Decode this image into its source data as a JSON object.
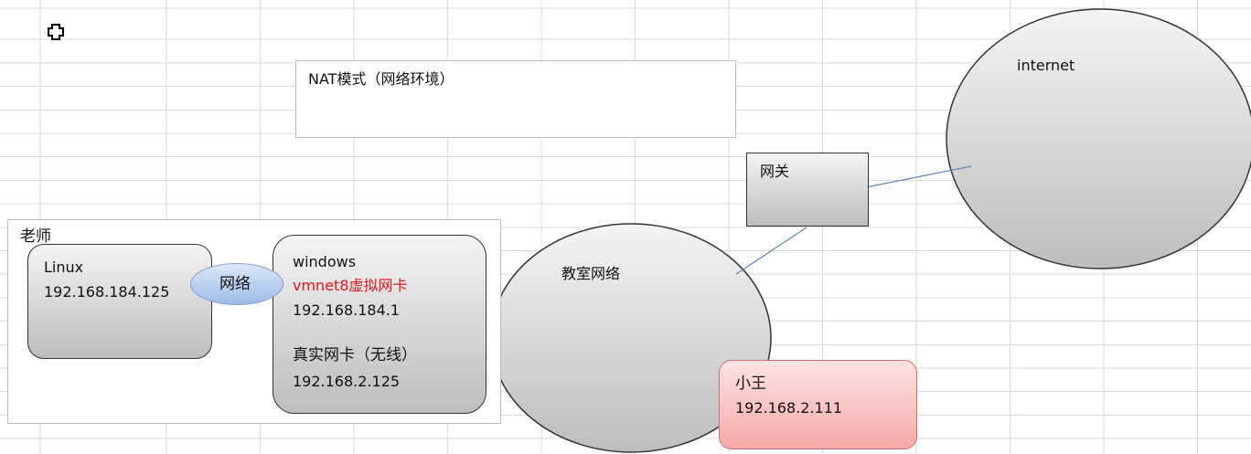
{
  "title": "NAT模式（网络环境）",
  "teacher": {
    "label": "老师",
    "linux": {
      "name": "Linux",
      "ip": "192.168.184.125"
    },
    "network": "网络",
    "windows": {
      "name": "windows",
      "vmnet": "vmnet8虚拟网卡",
      "vmnet_ip": "192.168.184.1",
      "real_nic": "真实网卡（无线）",
      "real_ip": "192.168.2.125"
    }
  },
  "classroom": "教室网络",
  "gateway": "网关",
  "internet": "internet",
  "xiaowang": {
    "name": "小王",
    "ip": "192.168.2.111"
  },
  "colors": {
    "highlight": "#e8141c",
    "connector": "#5b84b8",
    "xiaowang_fill": "#f7b3b3",
    "bubble_fill": "#b7cff0"
  },
  "cursor_icon": "crosshair-plus-icon"
}
